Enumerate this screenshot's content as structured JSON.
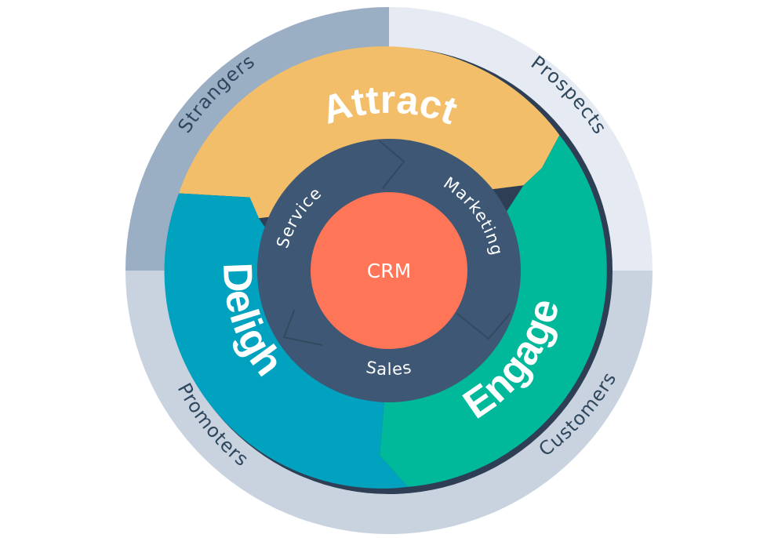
{
  "outer_ring": {
    "stages": [
      {
        "label": "Strangers"
      },
      {
        "label": "Prospects"
      },
      {
        "label": "Customers"
      },
      {
        "label": "Promoters"
      }
    ]
  },
  "middle_ring": {
    "stages": [
      {
        "label": "Attract",
        "color": "#F2BE6A"
      },
      {
        "label": "Engage",
        "color": "#00B89A"
      },
      {
        "label": "Delight",
        "color": "#00A2BF"
      }
    ]
  },
  "inner_ring": {
    "teams": [
      {
        "label": "Service"
      },
      {
        "label": "Marketing"
      },
      {
        "label": "Sales"
      }
    ],
    "color": "#3E5774"
  },
  "core": {
    "label": "CRM",
    "color": "#FF7558"
  },
  "colors": {
    "outer_ring_light": "#E6EBF3",
    "outer_ring_mid": "#C9D3E0",
    "outer_ring_dark": "#9AAEC4",
    "outer_text": "#2E475D",
    "border": "#2E3F55",
    "label_text": "#FFFFFF"
  }
}
